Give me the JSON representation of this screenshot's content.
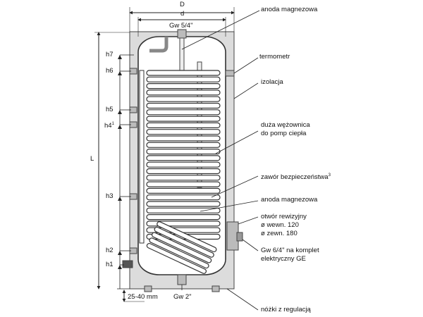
{
  "dimensions": {
    "D": "D",
    "d": "d",
    "L": "L",
    "top_port": "Gw 5/4\"",
    "bottom_port": "Gw 2\"",
    "foot_range": "25-40 mm",
    "heights": [
      "h7",
      "h6",
      "h5",
      "h4",
      "h3",
      "h2",
      "h1"
    ],
    "h4_superscript": "1"
  },
  "annotations": [
    {
      "lines": [
        "anoda magnezowa"
      ]
    },
    {
      "lines": [
        "termometr"
      ]
    },
    {
      "lines": [
        "izolacja"
      ]
    },
    {
      "lines": [
        "duża wężownica",
        "do pomp ciepła"
      ]
    },
    {
      "lines": [
        "zawór bezpieczeństwa"
      ],
      "superscript": "3"
    },
    {
      "lines": [
        "anoda magnezowa"
      ]
    },
    {
      "lines": [
        "otwór rewizyjny",
        "ø wewn. 120",
        "ø zewn. 180"
      ]
    },
    {
      "lines": [
        "Gw 6/4\" na komplet",
        "elektryczny GE"
      ]
    },
    {
      "lines": [
        "nóżki z regulacją"
      ]
    }
  ],
  "colors": {
    "insulation": "#dcdcdc",
    "tank": "#ffffff",
    "outline": "#333333",
    "coil": "#ffffff"
  }
}
